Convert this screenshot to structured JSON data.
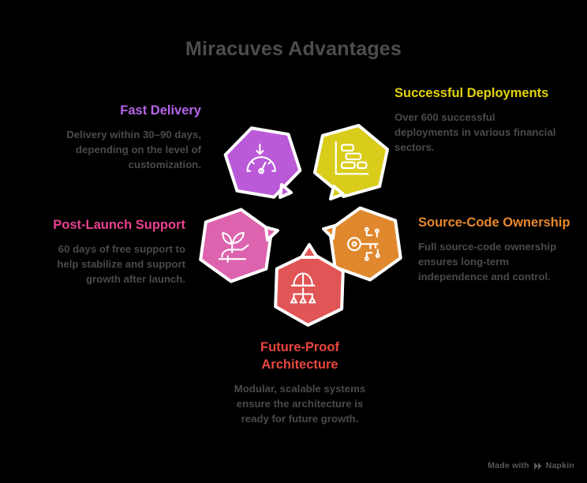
{
  "title": "Miracuves Advantages",
  "background_color": "#000000",
  "title_color": "#4d4d4d",
  "body_text_color": "#4a4a4a",
  "nodes": [
    {
      "id": "fast-delivery",
      "heading": "Fast Delivery",
      "body": "Delivery within 30–90 days, depending on the level of customization.",
      "color": "#bb5ad8",
      "heading_color": "#b565e8",
      "icon": "speedometer-icon",
      "align": "right"
    },
    {
      "id": "successful-deployments",
      "heading": "Successful Deployments",
      "body": "Over 600 successful deployments in various financial sectors.",
      "color": "#d9cc1a",
      "heading_color": "#e3d30c",
      "icon": "gantt-chart-icon",
      "align": "left"
    },
    {
      "id": "source-code-ownership",
      "heading": "Source-Code Ownership",
      "body": "Full source-code ownership ensures long-term independence and control.",
      "color": "#e0882e",
      "heading_color": "#e8882a",
      "icon": "key-circuit-icon",
      "align": "left"
    },
    {
      "id": "future-proof-architecture",
      "heading": "Future-Proof Architecture",
      "body": "Modular, scalable systems ensure the architecture is ready for future growth.",
      "color": "#e05555",
      "heading_color": "#e8463f",
      "icon": "hard-hat-hierarchy-icon",
      "align": "center"
    },
    {
      "id": "post-launch-support",
      "heading": "Post-Launch Support",
      "body": "60 days of free support to help stabilize and support growth after launch.",
      "color": "#dd63ae",
      "heading_color": "#e8418f",
      "icon": "hand-plant-growth-icon",
      "align": "right"
    }
  ],
  "watermark": {
    "prefix": "Made with",
    "brand": "Napkin"
  }
}
